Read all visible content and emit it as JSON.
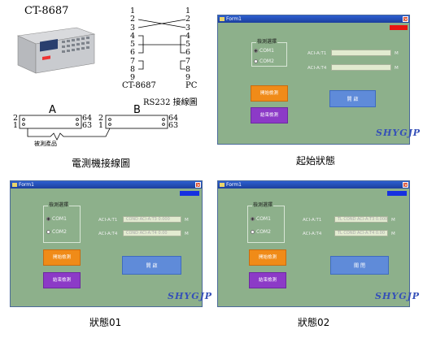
{
  "diagram": {
    "model_name": "CT-8687",
    "left_pins": [
      "1",
      "2",
      "3",
      "4",
      "5",
      "6",
      "7",
      "8",
      "9"
    ],
    "right_pins": [
      "1",
      "2",
      "3",
      "4",
      "5",
      "6",
      "7",
      "8",
      "9"
    ],
    "left_end": "CT-8687",
    "right_end": "PC",
    "rs232_caption": "RS232 接線圖",
    "connector_a": "A",
    "connector_b": "B",
    "a_left_top": "2",
    "a_left_bottom": "1",
    "a_right_top": "64",
    "a_right_bottom": "63",
    "b_left_top": "2",
    "b_left_bottom": "1",
    "b_right_top": "64",
    "b_right_bottom": "63",
    "dut_label": "被測產品",
    "caption": "電測機接線圖"
  },
  "windows": [
    {
      "caption": "起始狀態",
      "indicator_color": "#e8150f",
      "title": "Form1",
      "close": "×",
      "group_title": "檢測選擇",
      "radio1": "COM1",
      "radio2": "COM2",
      "label1": "ACI-A:T1",
      "label2": "ACI-A:T4",
      "field1": "",
      "field2": "",
      "unit1": "M",
      "unit2": "M",
      "orange_button": "開始檢測",
      "purple_button": "結束檢測",
      "blue_button": "開  啟",
      "logo": "SHYGJP"
    },
    {
      "caption": "狀態01",
      "indicator_color": "#1630e0",
      "title": "Form1",
      "close": "×",
      "group_title": "檢測選擇",
      "radio1": "COM1",
      "radio2": "COM2",
      "label1": "ACI-A:T1",
      "label2": "ACI-A:T4",
      "field1": "COND ACI-A:T3 0.000",
      "field2": "COND ACI-A:T4 0.00",
      "unit1": "M",
      "unit2": "M",
      "orange_button": "開始檢測",
      "purple_button": "結束檢測",
      "blue_button": "開  啟",
      "logo": "SHYGJP"
    },
    {
      "caption": "狀態02",
      "indicator_color": "#1630e0",
      "title": "Form1",
      "close": "×",
      "group_title": "檢測選擇",
      "radio1": "COM1",
      "radio2": "COM2",
      "label1": "ACI-A:T1",
      "label2": "ACI-A:T4",
      "field1": "TL COND ACI-A:T3 0.000",
      "field2": "TL COND ACI-A:T4 0.00",
      "unit1": "M",
      "unit2": "M",
      "orange_button": "開始檢測",
      "purple_button": "結束檢測",
      "blue_button": "關  閉",
      "logo": "SHYGJP"
    }
  ]
}
